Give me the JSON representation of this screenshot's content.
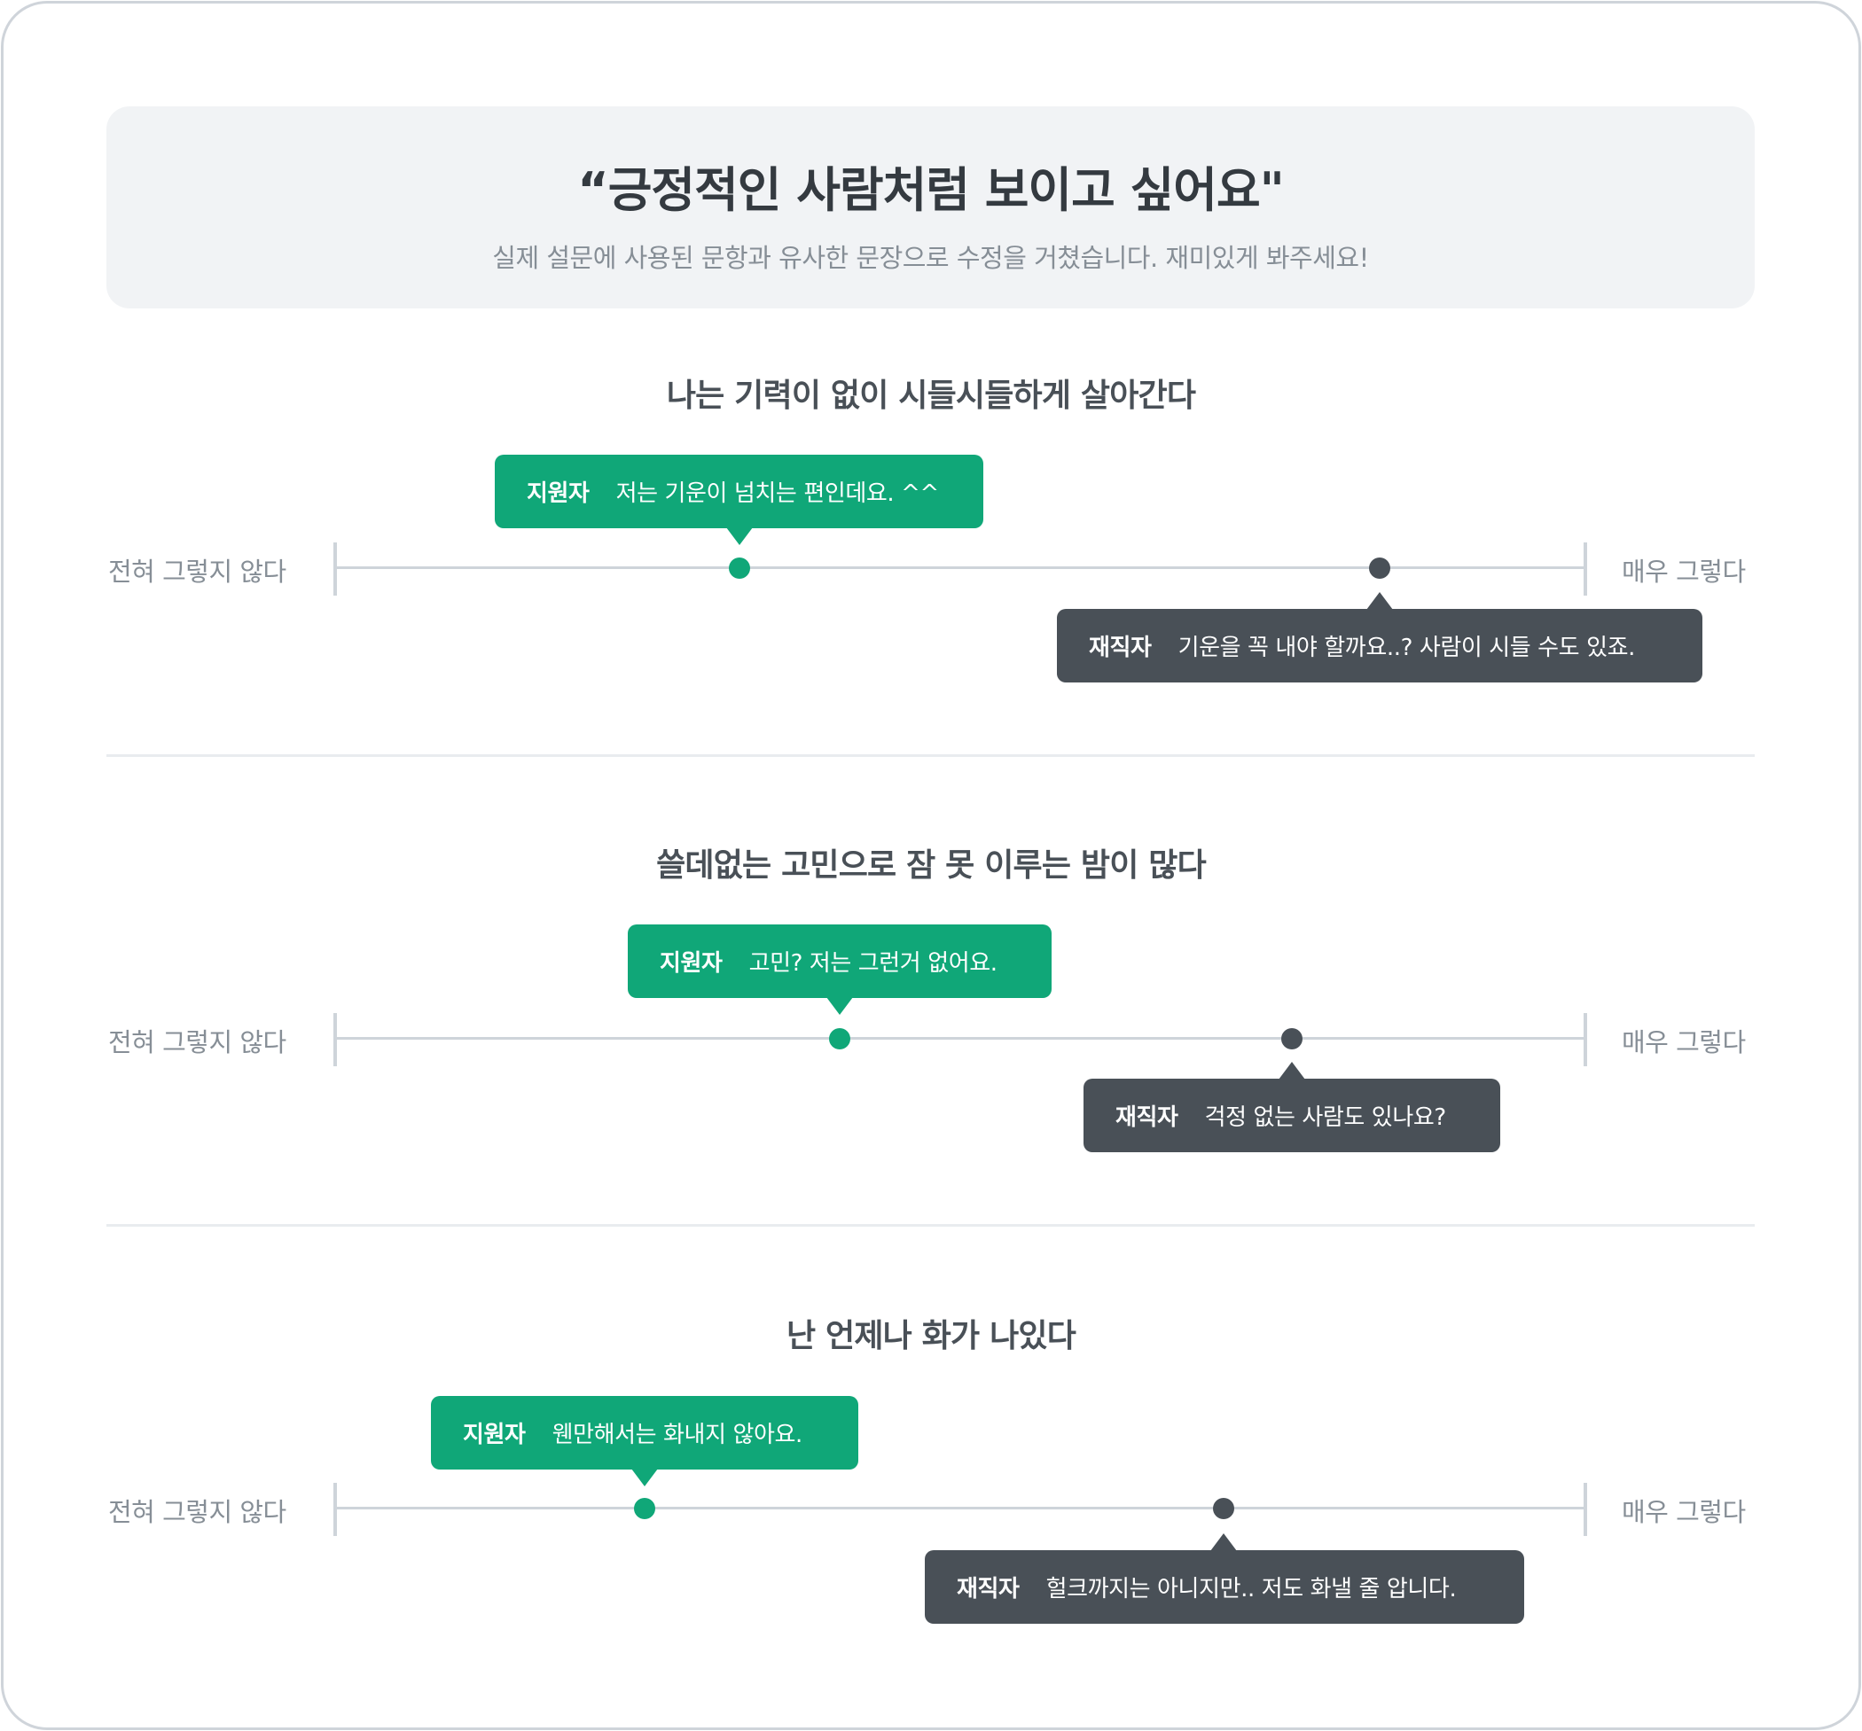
{
  "header": {
    "title": "“긍정적인 사람처럼 보이고 싶어요\"",
    "subtitle": "실제 설문에 사용된 문항과 유사한 문장으로 수정을 거쳤습니다. 재미있게 봐주세요!"
  },
  "scale": {
    "left_label": "전혀 그렇지 않다",
    "right_label": "매우 그렇다"
  },
  "colors": {
    "applicant": "#10a778",
    "employee": "#495057",
    "track": "#ced4da",
    "header_bg": "#f1f3f5"
  },
  "questions": [
    {
      "title": "나는 기력이 없이 시들시들하게 살아간다",
      "applicant": {
        "label": "지원자",
        "comment": "저는 기운이 넘치는 편인데요. ^^"
      },
      "employee": {
        "label": "재직자",
        "comment": "기운을 꼭 내야 할까요..? 사람이 시들 수도 있죠."
      }
    },
    {
      "title": "쓸데없는 고민으로 잠 못 이루는 밤이 많다",
      "applicant": {
        "label": "지원자",
        "comment": "고민? 저는 그런거 없어요."
      },
      "employee": {
        "label": "재직자",
        "comment": "걱정 없는 사람도 있나요?"
      }
    },
    {
      "title": "난 언제나 화가 나있다",
      "applicant": {
        "label": "지원자",
        "comment": "웬만해서는 화내지 않아요."
      },
      "employee": {
        "label": "재직자",
        "comment": "헐크까지는 아니지만.. 저도 화낼 줄 압니다."
      }
    }
  ]
}
